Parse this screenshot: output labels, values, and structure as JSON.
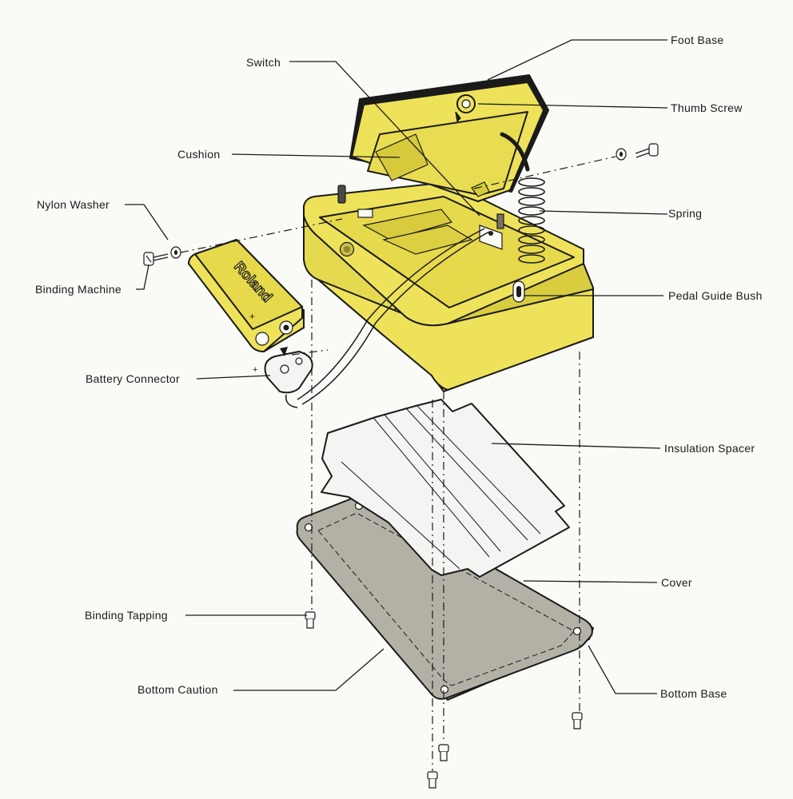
{
  "labels": {
    "foot_base": "Foot Base",
    "switch": "Switch",
    "thumb_screw": "Thumb Screw",
    "cushion": "Cushion",
    "nylon_washer": "Nylon Washer",
    "spring": "Spring",
    "binding_machine": "Binding Machine",
    "pedal_guide_bush": "Pedal Guide Bush",
    "battery_connector": "Battery Connector",
    "insulation_spacer": "Insulation Spacer",
    "cover": "Cover",
    "binding_tapping": "Binding Tapping",
    "bottom_caution": "Bottom Caution",
    "bottom_base": "Bottom Base"
  },
  "battery": {
    "brand": "Roland"
  },
  "colors": {
    "housing": "#eee25a",
    "housing_shade": "#d9cc3f",
    "cover": "#b3b0a6",
    "spacer": "#f4f4f2",
    "ink": "#1a1a1a",
    "background": "#fafaf7"
  }
}
